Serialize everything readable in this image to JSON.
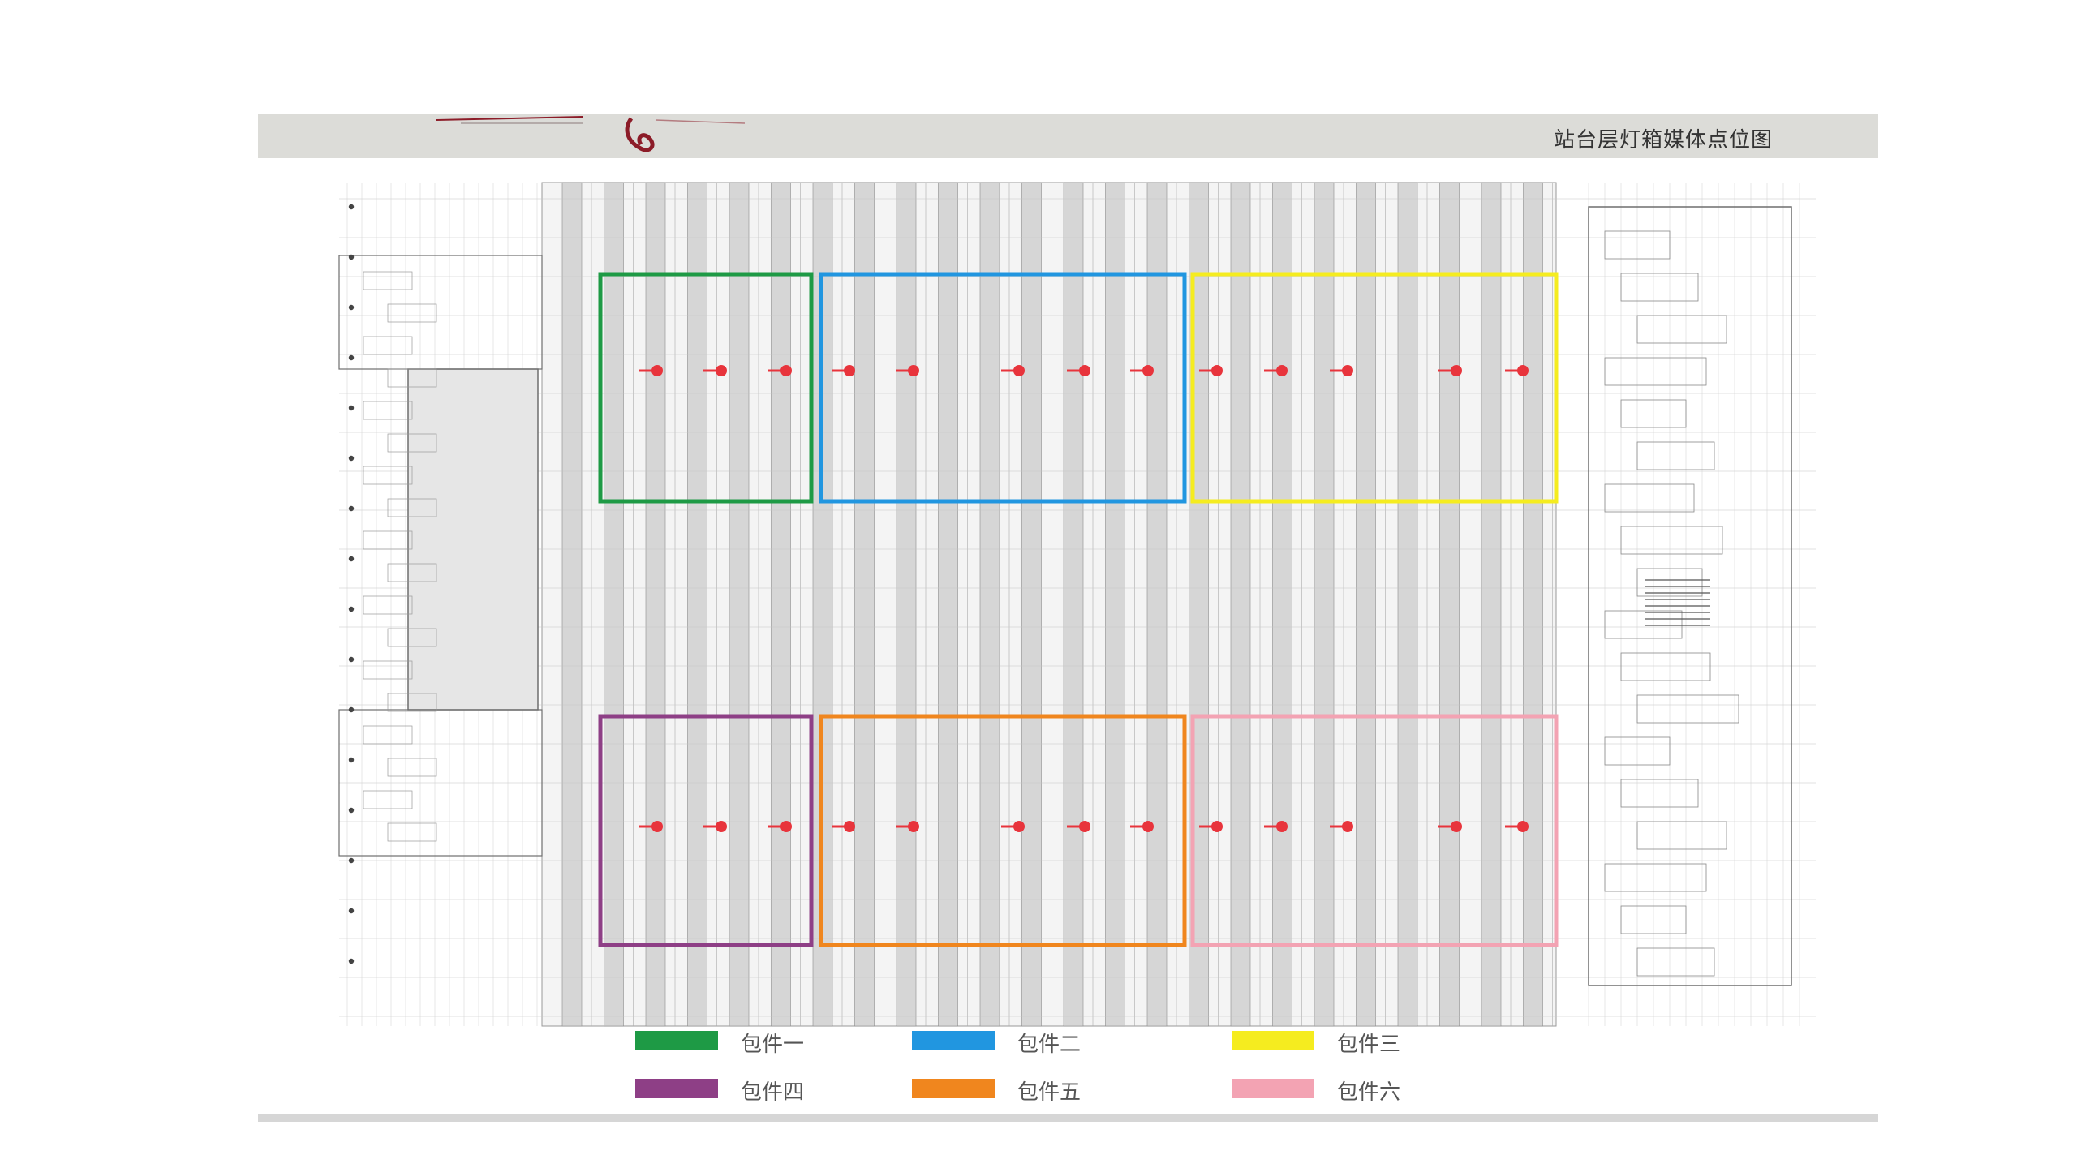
{
  "header": {
    "title": "站台层灯箱媒体点位图"
  },
  "packages": [
    {
      "id": "pkg1",
      "label": "包件一",
      "color": "#1e9a45"
    },
    {
      "id": "pkg2",
      "label": "包件二",
      "color": "#2196e0"
    },
    {
      "id": "pkg3",
      "label": "包件三",
      "color": "#f5ec1f"
    },
    {
      "id": "pkg4",
      "label": "包件四",
      "color": "#8e3f86"
    },
    {
      "id": "pkg5",
      "label": "包件五",
      "color": "#f0861e"
    },
    {
      "id": "pkg6",
      "label": "包件六",
      "color": "#f3a3b3"
    }
  ],
  "colors": {
    "marker": "#e8343c",
    "header_bg": "#dcdcd8",
    "logo_red": "#8c1c28",
    "line_dark": "#6e6e6e",
    "track_gray": "#d6d6d6"
  },
  "icons": {
    "media_point": "red-dot-marker",
    "logo": "calligraphy-logo"
  }
}
